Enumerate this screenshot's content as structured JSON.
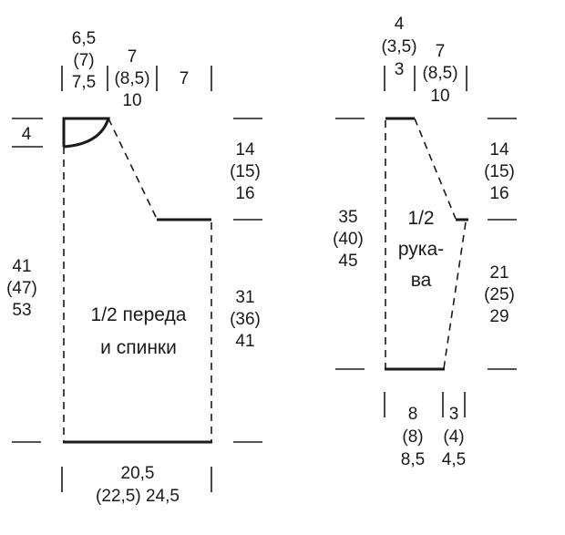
{
  "body_piece": {
    "title_line1": "1/2 переда",
    "title_line2": "и спинки",
    "top": {
      "neck_width": [
        "6,5",
        "(7)",
        "7,5"
      ],
      "shoulder_width": [
        "7",
        "(8,5)",
        "10"
      ],
      "side_width": "7"
    },
    "neck_depth": "4",
    "total_height": [
      "41",
      "(47)",
      "53"
    ],
    "armhole_height": [
      "14",
      "(15)",
      "16"
    ],
    "side_height": [
      "31",
      "(36)",
      "41"
    ],
    "bottom_width": [
      "20,5",
      "(22,5) 24,5"
    ]
  },
  "sleeve_piece": {
    "title_line1": "1/2",
    "title_line2": "рука-",
    "title_line3": "ва",
    "top": {
      "top_width": [
        "4",
        "(3,5)",
        "3"
      ],
      "cap_width": [
        "7",
        "(8,5)",
        "10"
      ]
    },
    "total_height": [
      "35",
      "(40)",
      "45"
    ],
    "cap_height": [
      "14",
      "(15)",
      "16"
    ],
    "lower_height": [
      "21",
      "(25)",
      "29"
    ],
    "bottom_width": [
      "8",
      "(8)",
      "8,5"
    ],
    "increase_width": [
      "3",
      "(4)",
      "4,5"
    ]
  }
}
